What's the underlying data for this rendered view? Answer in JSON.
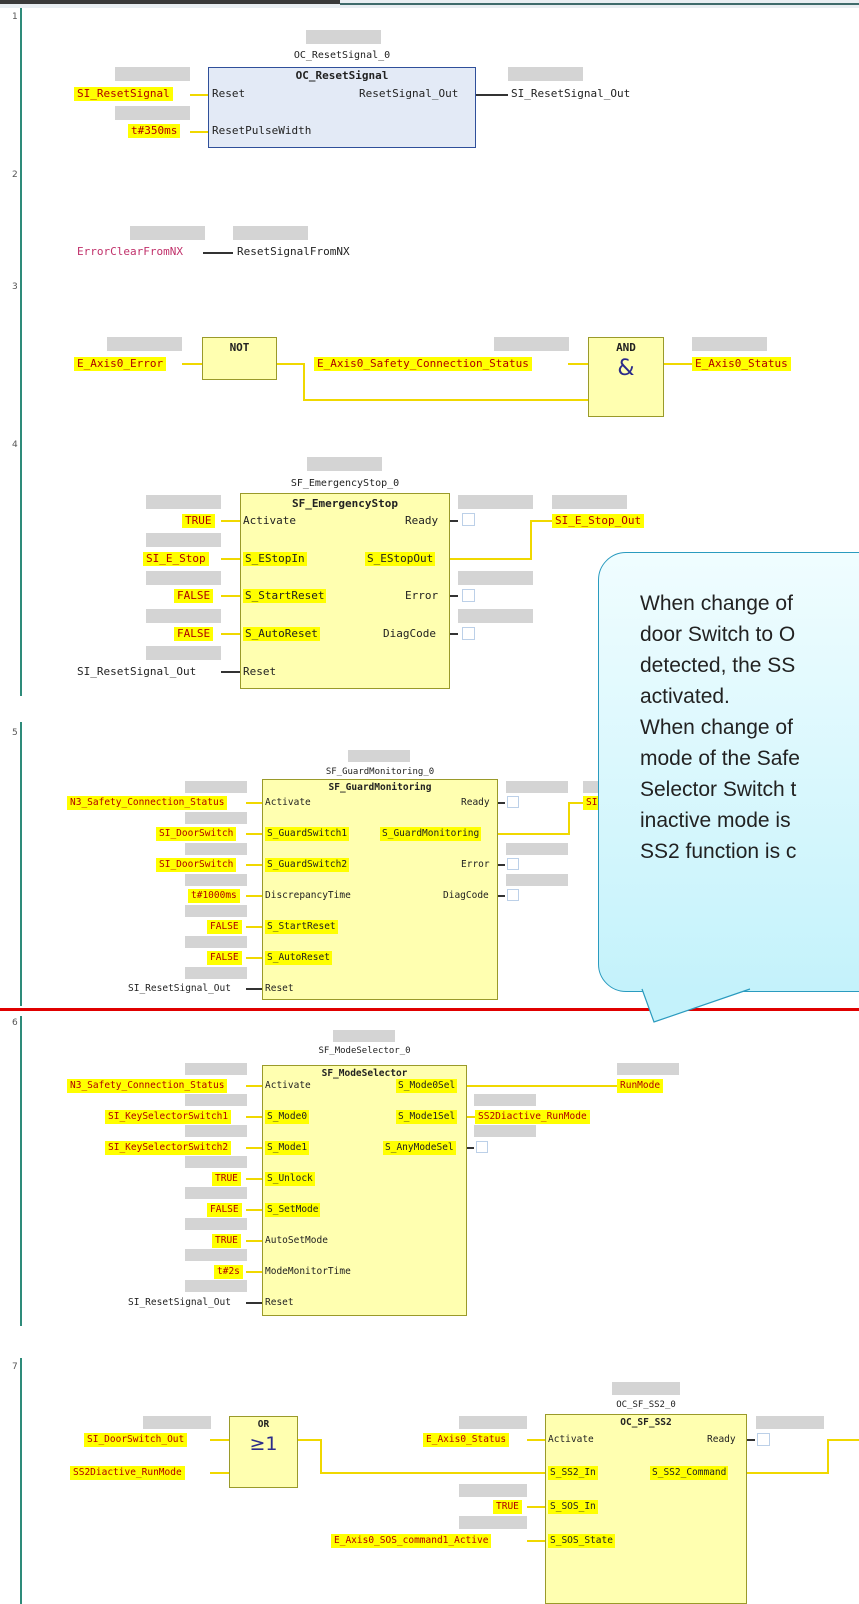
{
  "rungs": {
    "r1": {
      "number": "1",
      "instance": "OC_ResetSignal_0",
      "fb_type": "OC_ResetSignal",
      "pins": {
        "reset": "Reset",
        "pulse_width": "ResetPulseWidth",
        "out": "ResetSignal_Out"
      },
      "inputs": {
        "reset": "SI_ResetSignal",
        "pulse_width": "t#350ms"
      },
      "output_var": "SI_ResetSignal_Out"
    },
    "r2": {
      "number": "2",
      "source": "ErrorClearFromNX",
      "target": "ResetSignalFromNX"
    },
    "r3": {
      "number": "3",
      "not_title": "NOT",
      "and_title": "AND",
      "and_symbol": "&",
      "input1": "E_Axis0_Error",
      "input2": "E_Axis0_Safety_Connection_Status",
      "output": "E_Axis0_Status"
    },
    "r4": {
      "number": "4",
      "instance": "SF_EmergencyStop_0",
      "fb_type": "SF_EmergencyStop",
      "pins_in": [
        "Activate",
        "S_EStopIn",
        "S_StartReset",
        "S_AutoReset",
        "Reset"
      ],
      "pins_out": [
        "Ready",
        "S_EStopOut",
        "Error",
        "DiagCode"
      ],
      "inputs": [
        "TRUE",
        "SI_E_Stop",
        "FALSE",
        "FALSE",
        "SI_ResetSignal_Out"
      ],
      "output_var": "SI_E_Stop_Out"
    },
    "r5": {
      "number": "5",
      "instance": "SF_GuardMonitoring_0",
      "fb_type": "SF_GuardMonitoring",
      "pins_in": [
        "Activate",
        "S_GuardSwitch1",
        "S_GuardSwitch2",
        "DiscrepancyTime",
        "S_StartReset",
        "S_AutoReset",
        "Reset"
      ],
      "pins_out": [
        "Ready",
        "S_GuardMonitoring",
        "Error",
        "DiagCode"
      ],
      "inputs": [
        "N3_Safety_Connection_Status",
        "SI_DoorSwitch",
        "SI_DoorSwitch",
        "t#1000ms",
        "FALSE",
        "FALSE",
        "SI_ResetSignal_Out"
      ],
      "output_var": "SI"
    },
    "r6": {
      "number": "6",
      "instance": "SF_ModeSelector_0",
      "fb_type": "SF_ModeSelector",
      "pins_in": [
        "Activate",
        "S_Mode0",
        "S_Mode1",
        "S_Unlock",
        "S_SetMode",
        "AutoSetMode",
        "ModeMonitorTime",
        "Reset"
      ],
      "pins_out": [
        "S_Mode0Sel",
        "S_Mode1Sel",
        "S_AnyModeSel"
      ],
      "inputs": [
        "N3_Safety_Connection_Status",
        "SI_KeySelectorSwitch1",
        "SI_KeySelectorSwitch2",
        "TRUE",
        "FALSE",
        "TRUE",
        "t#2s",
        "SI_ResetSignal_Out"
      ],
      "outputs": [
        "RunMode",
        "SS2Diactive_RunMode"
      ]
    },
    "r7": {
      "number": "7",
      "or_title": "OR",
      "or_symbol": "≥1",
      "or_inputs": [
        "SI_DoorSwitch_Out",
        "SS2Diactive_RunMode"
      ],
      "instance": "OC_SF_SS2_0",
      "fb_type": "OC_SF_SS2",
      "pins_in": [
        "Activate",
        "S_SS2_In",
        "S_SOS_In",
        "S_SOS_State"
      ],
      "pins_out": [
        "Ready",
        "S_SS2_Command"
      ],
      "inputs": [
        "E_Axis0_Status",
        "TRUE",
        "E_Axis0_SOS_command1_Active"
      ]
    }
  },
  "callout": {
    "text": "When change of\ndoor Switch to O\ndetected, the SS\nactivated.\nWhen change of\nmode of the Safe\nSelector Switch t\ninactive mode is\nSS2 function is c"
  },
  "colors": {
    "variable_highlight": "#ffff00",
    "variable_text": "#b00000",
    "rail": "#2e8b7a",
    "separator": "#e00000"
  }
}
